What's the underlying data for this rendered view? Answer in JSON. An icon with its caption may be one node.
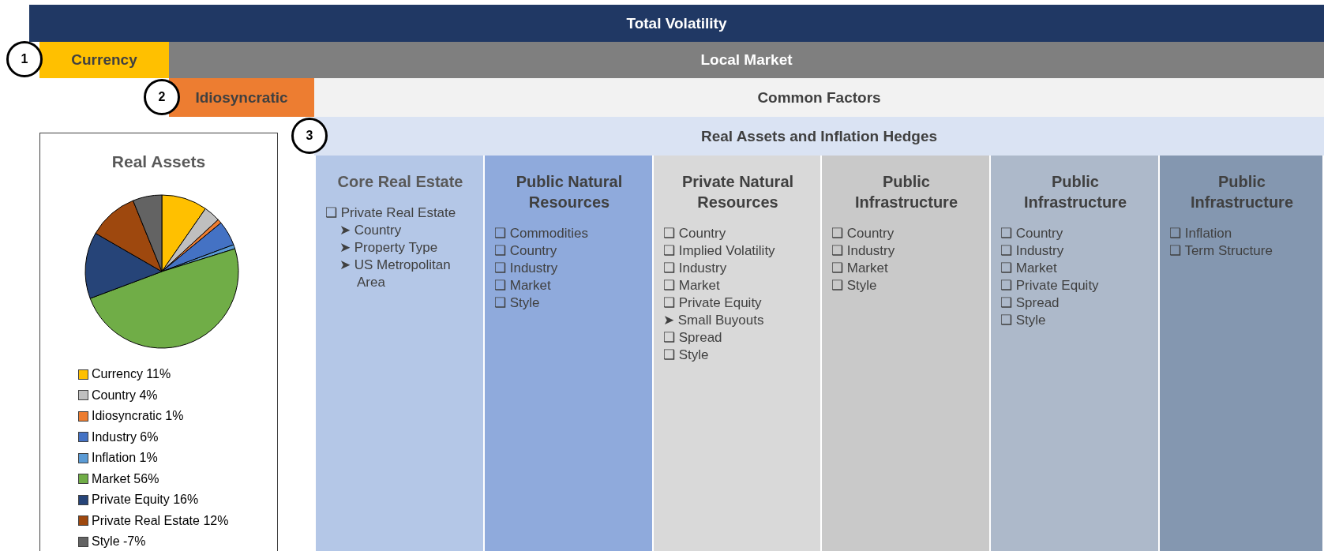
{
  "diagram": {
    "nodes": [
      {
        "text": [
          "Total Volatility"
        ]
      },
      {
        "text": [
          "1"
        ]
      },
      {
        "text": [
          "Currency"
        ]
      },
      {
        "text": [
          "Local Market"
        ]
      },
      {
        "text": [
          "2"
        ]
      },
      {
        "text": [
          "Idiosyncratic"
        ]
      },
      {
        "text": [
          "Common Factors"
        ]
      },
      {
        "text": [
          "3"
        ]
      },
      {
        "text": [
          "Real Assets and Inflation Hedges"
        ]
      },
      {
        "text": [
          "Core Real Estate",
          "❑ Private Real Estate",
          "➤ Country",
          "➤ Property Type",
          "➤ US Metropolitan Area"
        ]
      },
      {
        "text": [
          "Public Natural Resources",
          "❑ Commodities",
          "❑ Country",
          "❑ Industry",
          "❑ Market",
          "❑ Style"
        ]
      },
      {
        "text": [
          "Private Natural Resources",
          "❑ Country",
          "❑ Implied Volatility",
          "❑ Industry",
          "❑ Market",
          "❑ Private Equity",
          "➤ Small Buyouts",
          "❑ Spread",
          "❑ Style"
        ]
      },
      {
        "text": [
          "Public Infrastructure",
          "❑ Country",
          "❑ Industry",
          "❑ Market",
          "❑ Style"
        ]
      },
      {
        "text": [
          "Public Infrastructure",
          "❑ Country",
          "❑ Industry",
          "❑ Market",
          "❑ Private Equity",
          "❑ Spread",
          "❑ Style"
        ]
      },
      {
        "text": [
          "Public Infrastructure",
          "❑ Inflation",
          "❑ Term Structure"
        ]
      }
    ],
    "edges": [],
    "legend": [
      {
        "text": "Currency 11%",
        "color": "#ffc000"
      },
      {
        "text": "Country 4%",
        "color": "#bfbfbf"
      },
      {
        "text": "Idiosyncratic 1%",
        "color": "#ed7d31"
      },
      {
        "text": "Industry 6%",
        "color": "#4472c4"
      },
      {
        "text": "Inflation 1%",
        "color": "#5b9bd5"
      },
      {
        "text": "Market 56%",
        "color": "#70ad47"
      },
      {
        "text": "Private Equity 16%",
        "color": "#264478"
      },
      {
        "text": "Private Real Estate 12%",
        "color": "#9e480e"
      },
      {
        "text": "Style -7%",
        "color": "#636363"
      }
    ],
    "chart_data": {
      "type": "pie",
      "title": "Real Assets",
      "values": [
        9.65,
        3.51,
        0.88,
        5.26,
        0.88,
        49.11,
        14.04,
        10.53,
        6.14
      ]
    }
  }
}
